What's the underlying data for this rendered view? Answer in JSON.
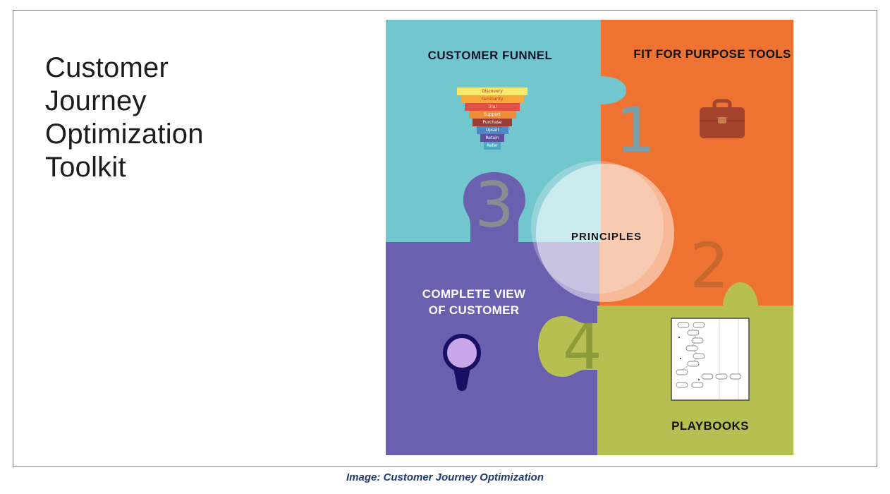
{
  "title": "Customer\nJourney\nOptimization\nToolkit",
  "caption": "Image: Customer Journey Optimization",
  "palette": {
    "teal": "#72c6ce",
    "orange": "#ee7231",
    "purple": "#6b5fb0",
    "olive": "#b8bf52",
    "center_circle": "rgba(255,255,255,0.55)"
  },
  "diagram": {
    "customer_funnel": {
      "label": "CUSTOMER FUNNEL",
      "icon": "funnel-chart-icon",
      "stages": [
        {
          "label": "Discovery"
        },
        {
          "label": "Familiarity"
        },
        {
          "label": "Trial"
        },
        {
          "label": "Support"
        },
        {
          "label": "Purchase"
        },
        {
          "label": "Upsell"
        },
        {
          "label": "Retain"
        },
        {
          "label": "Refer"
        }
      ]
    },
    "fit_for_purpose": {
      "label": "FIT FOR PURPOSE TOOLS",
      "icon": "briefcase-icon"
    },
    "complete_view": {
      "label": "COMPLETE VIEW\nOF CUSTOMER",
      "icon": "lightbulb-icon"
    },
    "playbooks": {
      "label": "PLAYBOOKS",
      "icon": "flowchart-icon"
    },
    "principles": {
      "label": "PRINCIPLES"
    },
    "numbers": [
      {
        "value": "1"
      },
      {
        "value": "2"
      },
      {
        "value": "3"
      },
      {
        "value": "4"
      }
    ]
  }
}
